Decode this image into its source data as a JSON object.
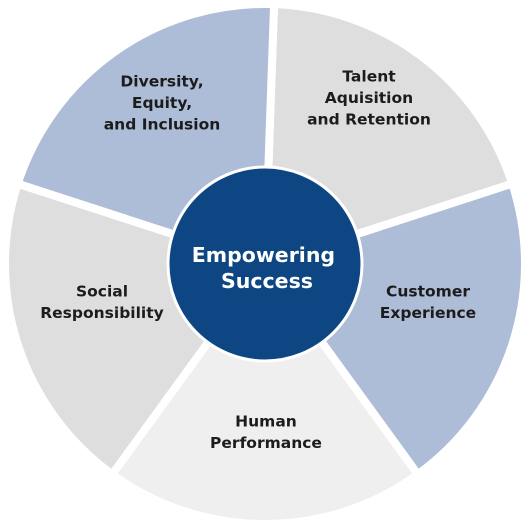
{
  "center": {
    "lines": [
      "Empowering",
      "Success"
    ],
    "color": "#0d4683"
  },
  "segments": [
    {
      "lines": [
        "Talent",
        "Aquisition",
        "and Retention"
      ],
      "color": "#dedede"
    },
    {
      "lines": [
        "Customer",
        "Experience"
      ],
      "color": "#adbcd7"
    },
    {
      "lines": [
        "Human",
        "Performance"
      ],
      "color": "#efefef"
    },
    {
      "lines": [
        "Social",
        "Responsibility"
      ],
      "color": "#dedede"
    },
    {
      "lines": [
        "Diversity,",
        "Equity,",
        "and Inclusion"
      ],
      "color": "#adbcd7"
    }
  ]
}
